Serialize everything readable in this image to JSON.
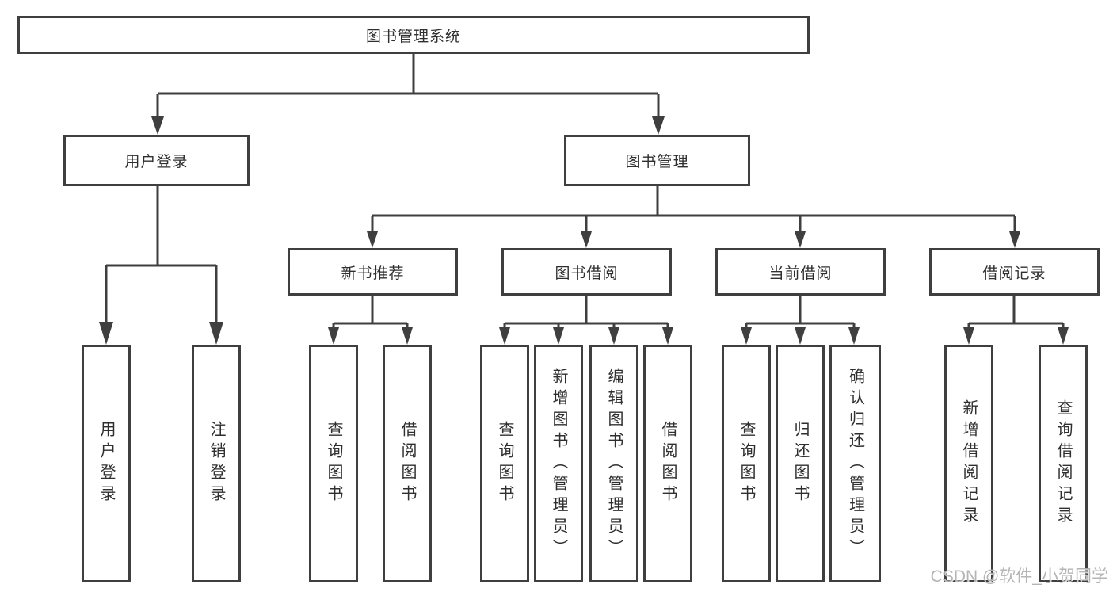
{
  "title": "图书管理系统",
  "watermark": "CSDN @软件_小贺同学",
  "colors": {
    "line": "#3f3f3f",
    "box_border": "#3f3f3f",
    "text": "#2f2f2f",
    "background": "#ffffff",
    "watermark": "#afafaf"
  },
  "tree": {
    "label": "图书管理系统",
    "children": [
      {
        "label": "用户登录",
        "children": [
          {
            "label": "用户登录"
          },
          {
            "label": "注销登录"
          }
        ]
      },
      {
        "label": "图书管理",
        "children": [
          {
            "label": "新书推荐",
            "children": [
              {
                "label": "查询图书"
              },
              {
                "label": "借阅图书"
              }
            ]
          },
          {
            "label": "图书借阅",
            "children": [
              {
                "label": "查询图书"
              },
              {
                "label": "新增图书（管理员）"
              },
              {
                "label": "编辑图书（管理员）"
              },
              {
                "label": "借阅图书"
              }
            ]
          },
          {
            "label": "当前借阅",
            "children": [
              {
                "label": "查询图书"
              },
              {
                "label": "归还图书"
              },
              {
                "label": "确认归还（管理员）"
              }
            ]
          },
          {
            "label": "借阅记录",
            "children": [
              {
                "label": "新增借阅记录"
              },
              {
                "label": "查询借阅记录"
              }
            ]
          }
        ]
      }
    ]
  }
}
